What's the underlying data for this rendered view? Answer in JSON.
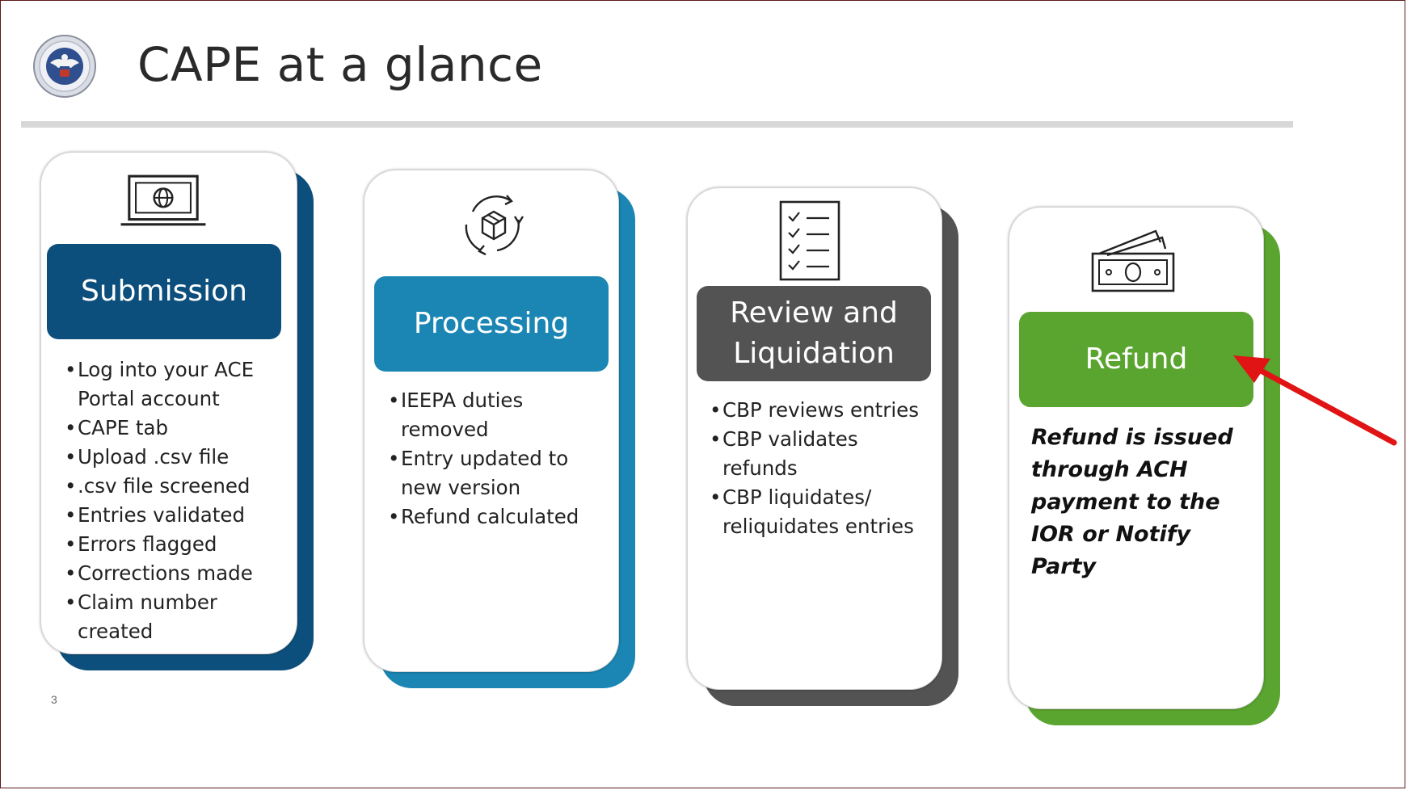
{
  "slide": {
    "title": "CAPE at a glance",
    "page_number": "3"
  },
  "colors": {
    "submission": "#0d4f7c",
    "processing": "#1b86b4",
    "review": "#535353",
    "refund": "#5aa52f",
    "arrow": "#e01414"
  },
  "cards": [
    {
      "icon": "laptop-globe-icon",
      "header": "Submission",
      "bullets": [
        "Log into your ACE Portal account",
        "CAPE tab",
        "Upload .csv file",
        ".csv file screened",
        "Entries validated",
        "Errors flagged",
        "Corrections made",
        "Claim number created"
      ]
    },
    {
      "icon": "box-cycle-icon",
      "header": "Processing",
      "bullets": [
        "IEEPA duties removed",
        "Entry updated to new version",
        "Refund calculated"
      ]
    },
    {
      "icon": "checklist-icon",
      "header": "Review and\nLiquidation",
      "bullets": [
        "CBP reviews entries",
        "CBP validates refunds",
        "CBP liquidates/ reliquidates entries"
      ]
    },
    {
      "icon": "cash-icon",
      "header": "Refund",
      "text": "Refund is issued through ACH payment to the IOR or Notify Party"
    }
  ]
}
